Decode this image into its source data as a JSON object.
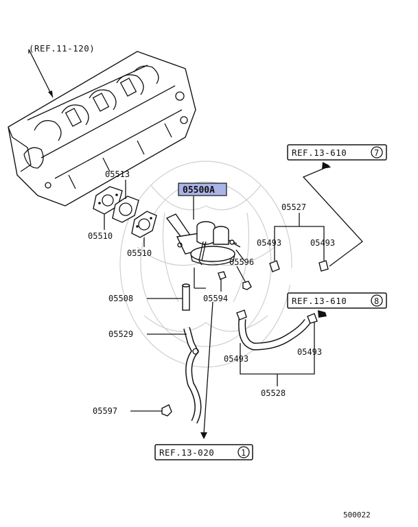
{
  "diagram": {
    "ref_cylinder_head": "(REF.11-120)",
    "ref_fuel_hose_7": "REF.13-610",
    "ref_fuel_hose_7_num": "7",
    "ref_fuel_hose_8": "REF.13-610",
    "ref_fuel_hose_8_num": "8",
    "ref_fuel_line_1": "REF.13-020",
    "ref_fuel_line_1_num": "1",
    "fuel_pump_label": "05500A",
    "labels": {
      "p05513": "05513",
      "p05510_a": "05510",
      "p05510_b": "05510",
      "p05527": "05527",
      "p05493_a": "05493",
      "p05493_b": "05493",
      "p05596": "05596",
      "p05508": "05508",
      "p05594": "05594",
      "p05529": "05529",
      "p05493_c": "05493",
      "p05493_d": "05493",
      "p05528": "05528",
      "p05597": "05597"
    },
    "footer_code": "500022",
    "highlight_color": "#aab4e6"
  }
}
